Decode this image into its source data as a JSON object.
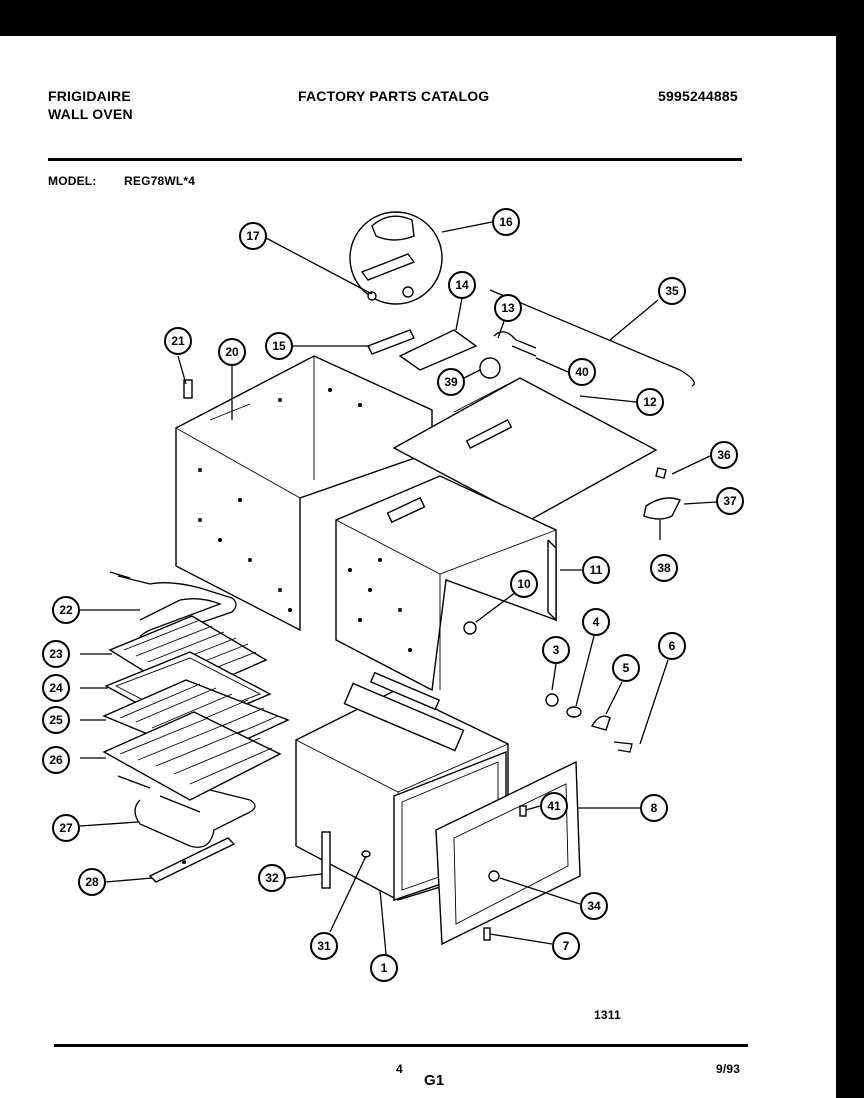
{
  "header": {
    "brand": "FRIGIDAIRE",
    "product": "WALL OVEN",
    "catalog_title": "FACTORY PARTS CATALOG",
    "catalog_number": "5995244885",
    "model_label": "MODEL:",
    "model_value": "REG78WL*4"
  },
  "callouts": [
    "1",
    "3",
    "4",
    "5",
    "6",
    "7",
    "8",
    "10",
    "11",
    "12",
    "13",
    "14",
    "15",
    "16",
    "17",
    "20",
    "21",
    "22",
    "23",
    "24",
    "25",
    "26",
    "27",
    "28",
    "31",
    "32",
    "34",
    "35",
    "36",
    "37",
    "38",
    "39",
    "40",
    "41"
  ],
  "footer": {
    "diagram_number": "1311",
    "page_number": "4",
    "section_code": "G1",
    "date": "9/93"
  }
}
